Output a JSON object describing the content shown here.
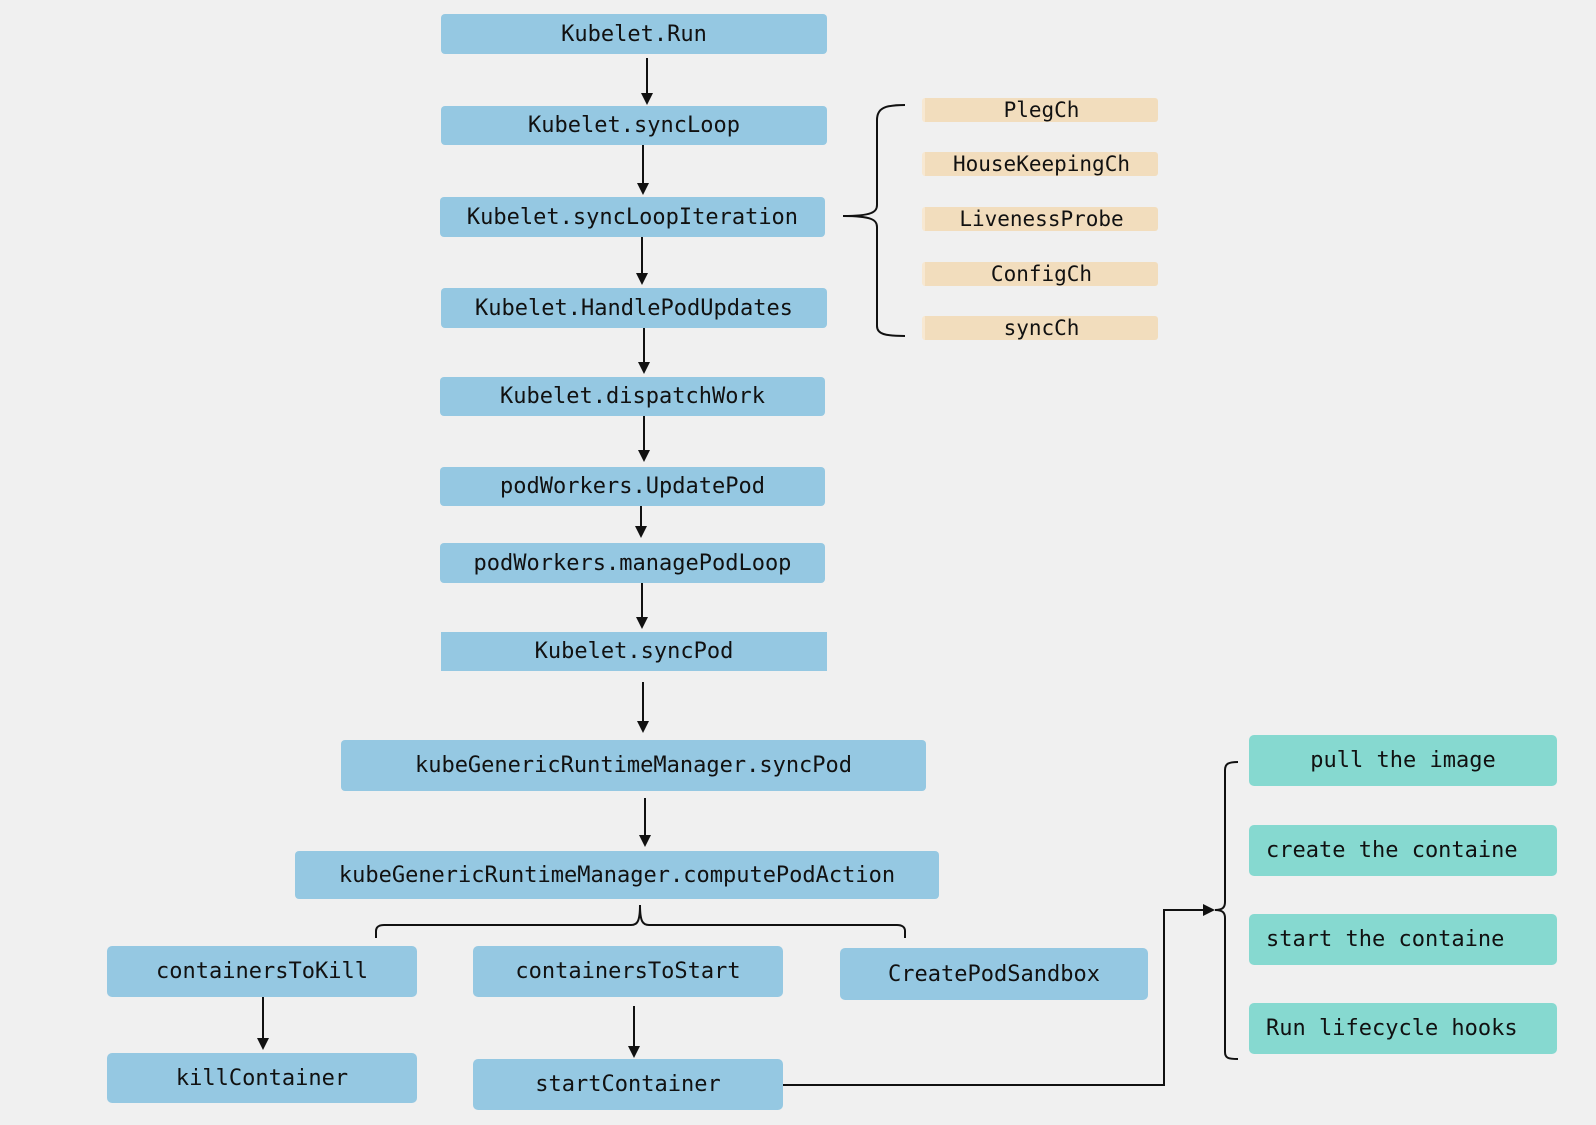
{
  "main_flow": [
    {
      "id": "run",
      "label": "Kubelet.Run"
    },
    {
      "id": "syncLoop",
      "label": "Kubelet.syncLoop"
    },
    {
      "id": "syncLoopIteration",
      "label": "Kubelet.syncLoopIteration"
    },
    {
      "id": "handlePodUpdates",
      "label": "Kubelet.HandlePodUpdates"
    },
    {
      "id": "dispatchWork",
      "label": "Kubelet.dispatchWork"
    },
    {
      "id": "updatePod",
      "label": "podWorkers.UpdatePod"
    },
    {
      "id": "managePodLoop",
      "label": "podWorkers.managePodLoop"
    },
    {
      "id": "kubeletSyncPod",
      "label": "Kubelet.syncPod"
    },
    {
      "id": "runtimeSyncPod",
      "label": "kubeGenericRuntimeManager.syncPod"
    },
    {
      "id": "computePodAction",
      "label": "kubeGenericRuntimeManager.computePodAction"
    }
  ],
  "channels": [
    "PlegCh",
    "HouseKeepingCh",
    "LivenessProbe",
    "ConfigCh",
    "syncCh"
  ],
  "actions": {
    "containers_to_kill": "containersToKill",
    "containers_to_start": "containersToStart",
    "create_pod_sandbox": "CreatePodSandbox",
    "kill_container": "killContainer",
    "start_container": "startContainer"
  },
  "start_steps": [
    "pull the image",
    "create the containe",
    "start the containe",
    "Run lifecycle hooks"
  ],
  "colors": {
    "node": "#95c8e2",
    "channel": "#f2ddbd",
    "step": "#86d9d0",
    "background": "#f0f0f0",
    "line": "#111111"
  }
}
